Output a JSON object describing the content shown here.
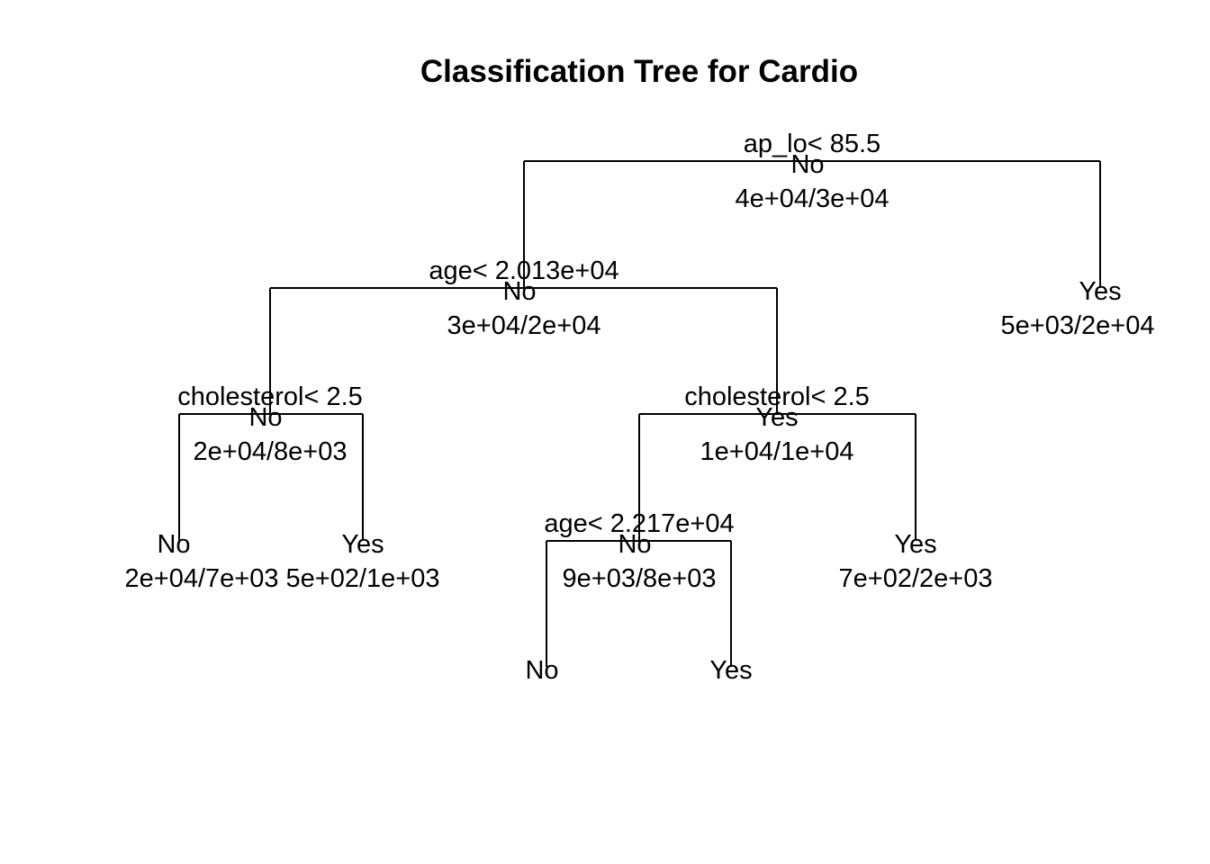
{
  "title": "Classification Tree for Cardio",
  "tree": {
    "edges_color": "#000000",
    "nodes": [
      {
        "id": "root",
        "split": "ap_lo< 85.5",
        "class": "No",
        "counts": "4e+04/3e+04"
      },
      {
        "id": "n-age1",
        "split": "age< 2.013e+04",
        "class": "No",
        "counts": "3e+04/2e+04"
      },
      {
        "id": "leaf-r-yes",
        "split": "",
        "class": "Yes",
        "counts": "5e+03/2e+04"
      },
      {
        "id": "n-chol-l",
        "split": "cholesterol< 2.5",
        "class": "No",
        "counts": "2e+04/8e+03"
      },
      {
        "id": "n-chol-r",
        "split": "cholesterol< 2.5",
        "class": "Yes",
        "counts": "1e+04/1e+04"
      },
      {
        "id": "leaf-ll-no",
        "split": "",
        "class": "No",
        "counts": "2e+04/7e+03"
      },
      {
        "id": "leaf-lr-yes",
        "split": "",
        "class": "Yes",
        "counts": "5e+02/1e+03"
      },
      {
        "id": "n-age2",
        "split": "age< 2.217e+04",
        "class": "No",
        "counts": "9e+03/8e+03"
      },
      {
        "id": "leaf-rr-yes",
        "split": "",
        "class": "Yes",
        "counts": "7e+02/2e+03"
      },
      {
        "id": "leaf-a2-no",
        "split": "",
        "class": "No",
        "counts": ""
      },
      {
        "id": "leaf-a2-yes",
        "split": "",
        "class": "Yes",
        "counts": ""
      }
    ]
  }
}
